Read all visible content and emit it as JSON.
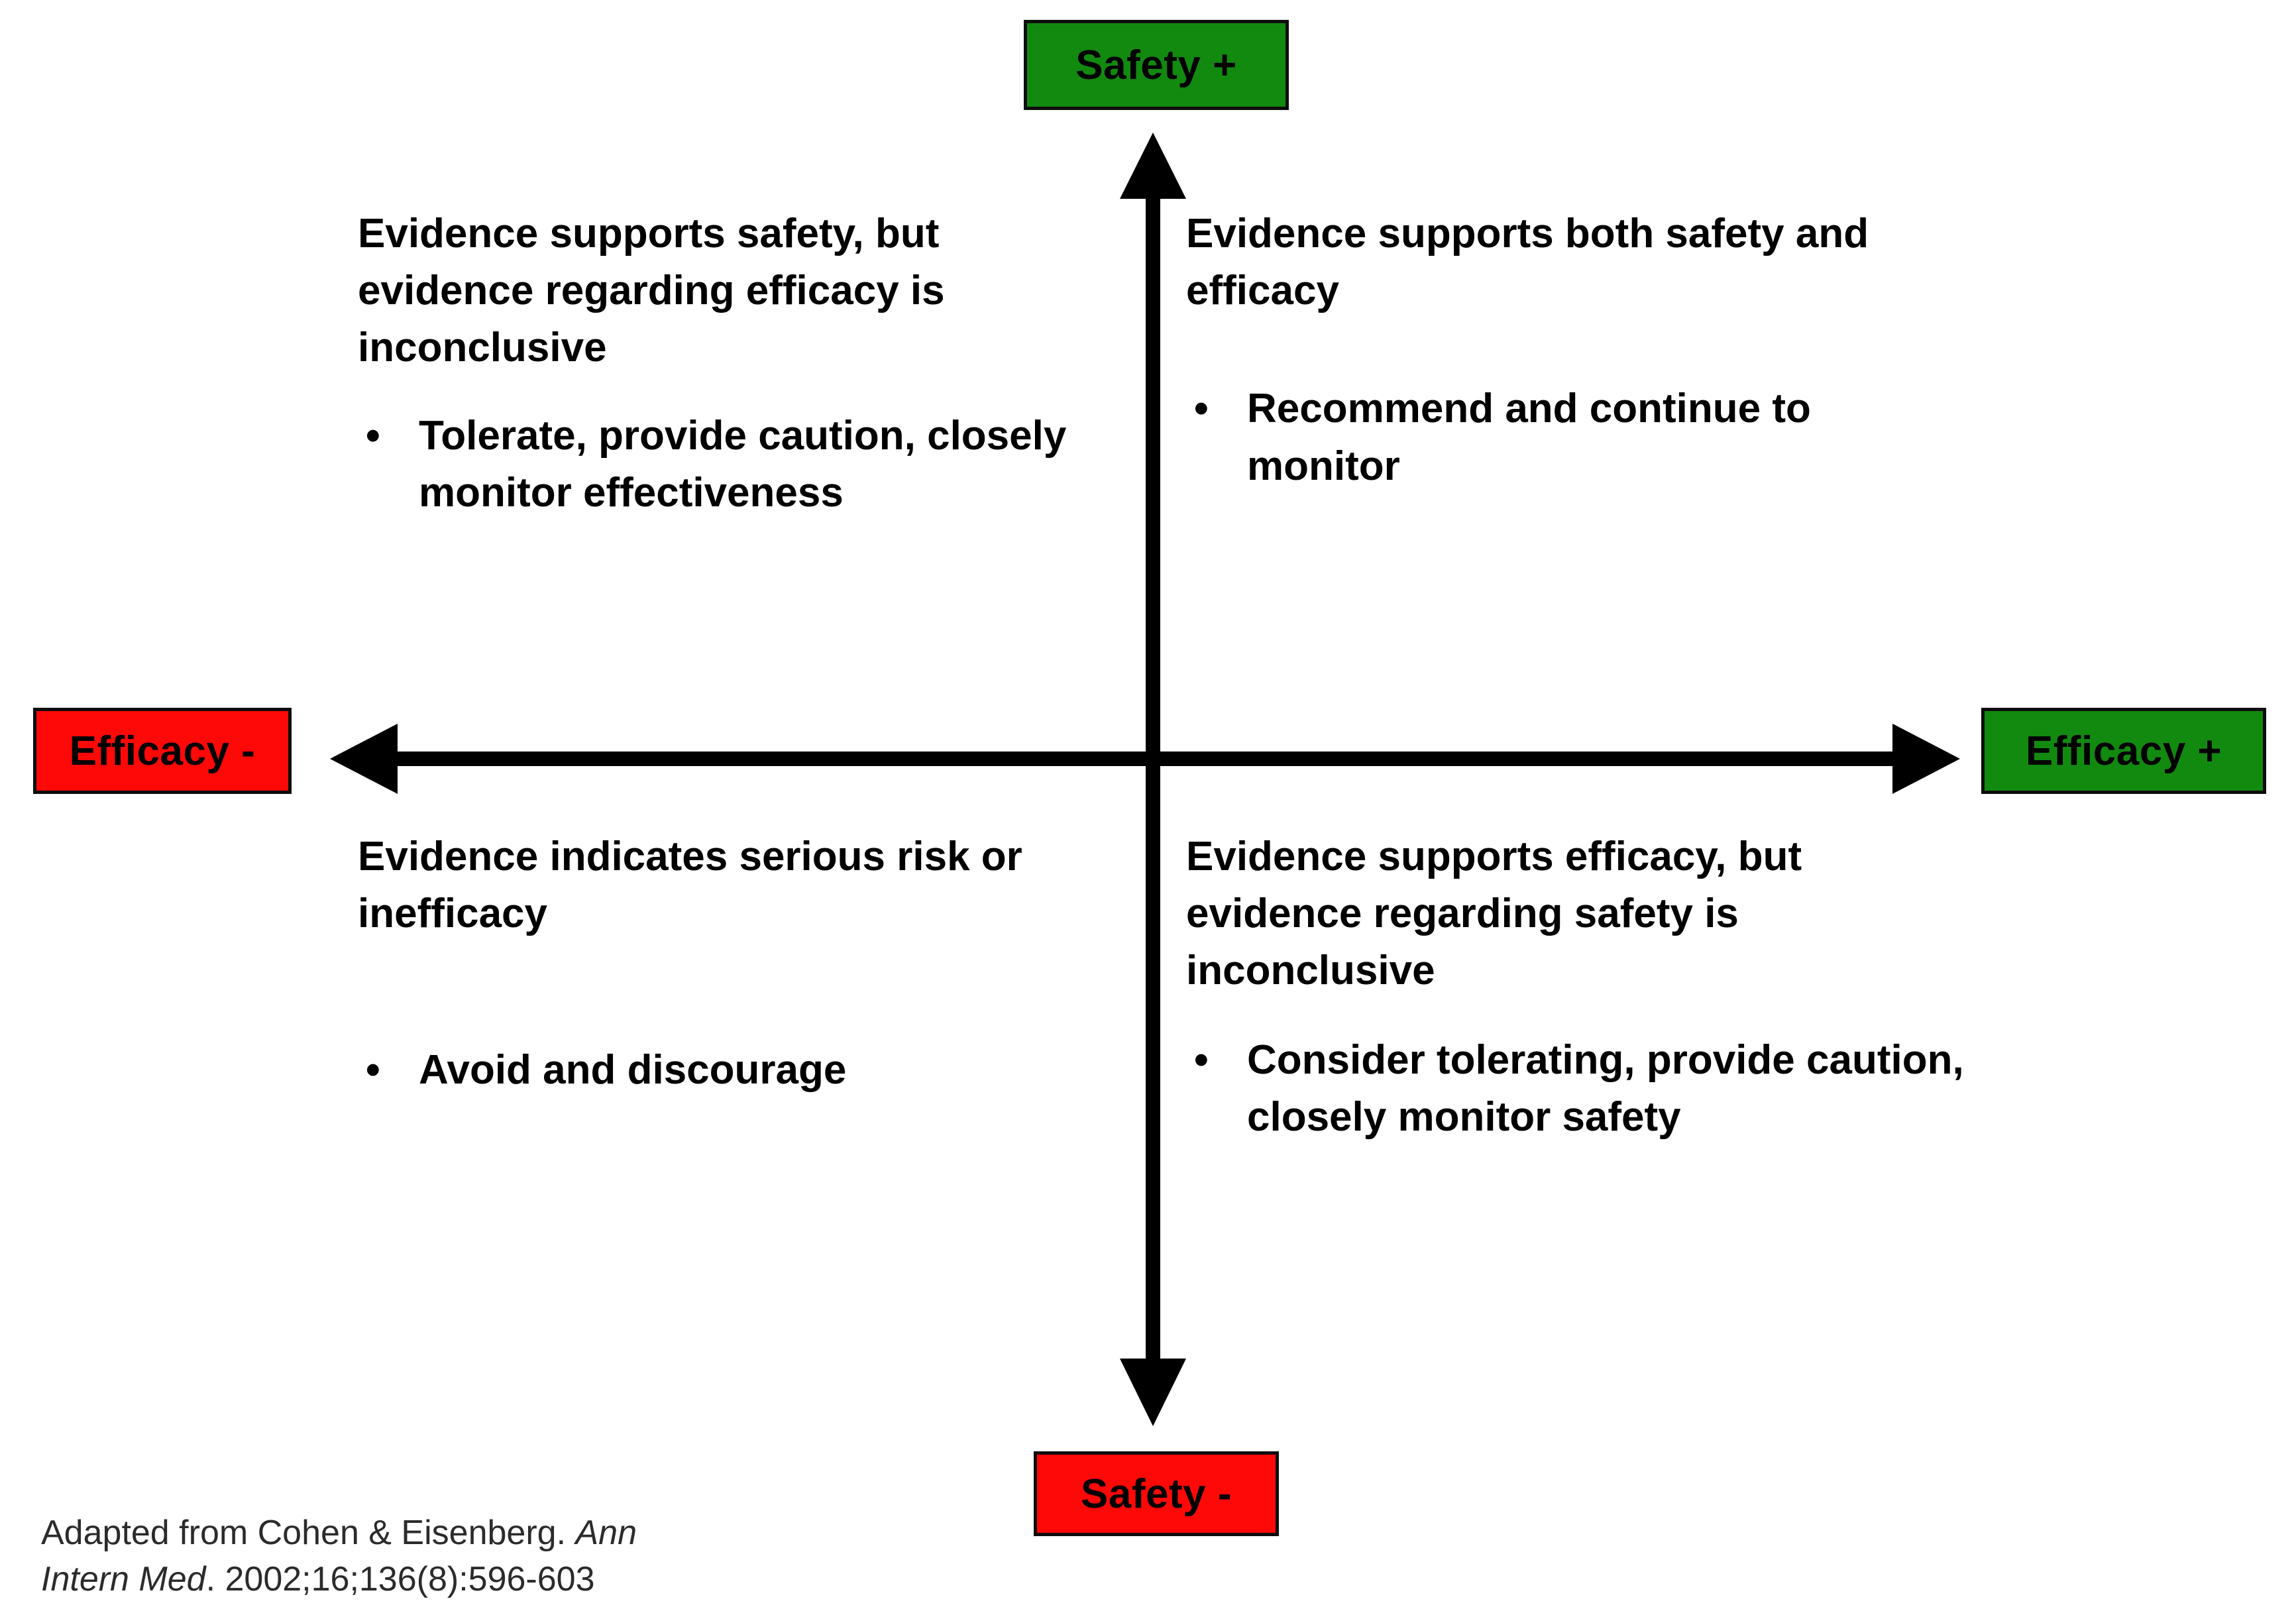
{
  "axes": {
    "vertical_positive": "Safety +",
    "vertical_negative": "Safety -",
    "horizontal_negative": "Efficacy -",
    "horizontal_positive": "Efficacy +",
    "positive_color": "#128A10",
    "negative_color": "#FE0808",
    "axis_color": "#000000"
  },
  "quadrants": {
    "top_left": {
      "heading": "Evidence supports safety, but evidence regarding efficacy is inconclusive",
      "bullets": [
        "Tolerate, provide caution, closely monitor effectiveness"
      ]
    },
    "top_right": {
      "heading": "Evidence supports both safety and efficacy",
      "bullets": [
        "Recommend and continue to monitor"
      ]
    },
    "bottom_left": {
      "heading": "Evidence indicates serious risk or inefficacy",
      "bullets": [
        "Avoid and discourage"
      ]
    },
    "bottom_right": {
      "heading": "Evidence supports efficacy, but evidence regarding safety is inconclusive",
      "bullets": [
        "Consider tolerating, provide caution, closely monitor safety"
      ]
    }
  },
  "bullet_glyph": "•",
  "citation": {
    "prefix": "Adapted from Cohen & Eisenberg. ",
    "journal_italic": "Ann Intern Med",
    "suffix": ". 2002;16;136(8):596-603"
  }
}
